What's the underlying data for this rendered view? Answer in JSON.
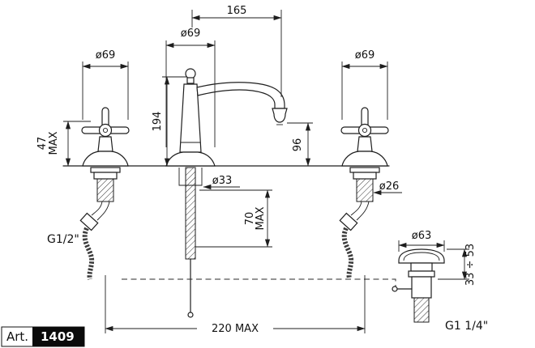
{
  "product": {
    "art_label": "Art.",
    "art_number": "1409"
  },
  "dimensions": {
    "spout_reach": "165",
    "spout_base_diameter": "ø69",
    "left_handle_diameter": "ø69",
    "right_handle_diameter": "ø69",
    "spout_height": "194",
    "outlet_height": "96",
    "handle_height": "47",
    "handle_height_max": "MAX",
    "center_hole_diameter": "ø33",
    "side_shank_diameter": "ø26",
    "clamp_range": "70",
    "clamp_range_max": "MAX",
    "supply_thread": "G1/2\"",
    "drain_flange_diameter": "ø63",
    "drain_clamp_range": "33 ÷ 53",
    "handle_spread": "220 MAX",
    "drain_thread": "G1 1/4\""
  }
}
